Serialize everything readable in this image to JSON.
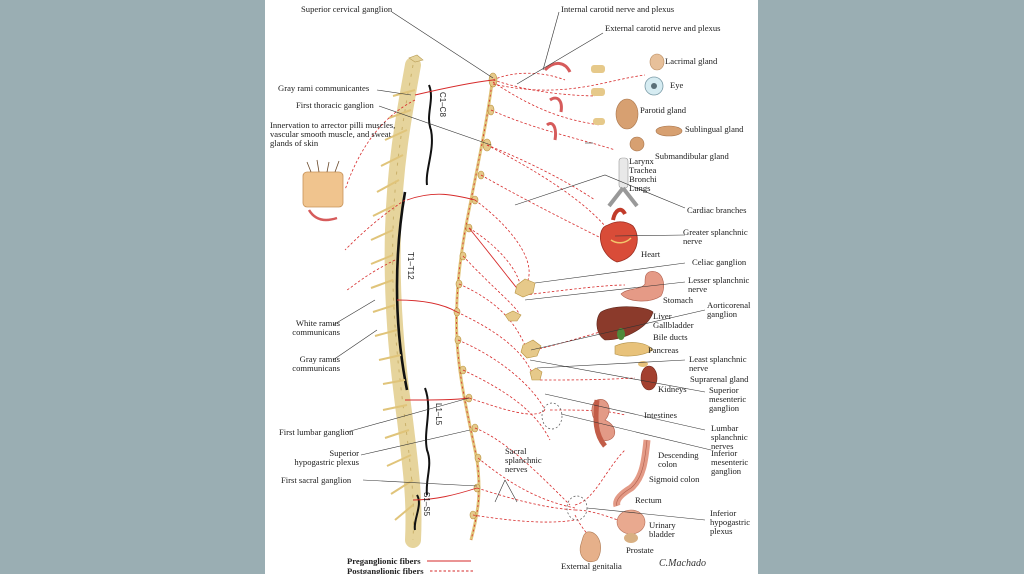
{
  "labels": {
    "superior_cervical_ganglion": "Superior cervical ganglion",
    "internal_carotid": "Internal carotid nerve and plexus",
    "external_carotid": "External carotid nerve and plexus",
    "lacrimal_gland": "Lacrimal gland",
    "eye": "Eye",
    "parotid_gland": "Parotid  gland",
    "sublingual_gland": "Sublingual gland",
    "submandibular_gland": "Submandibular gland",
    "gray_rami": "Gray rami communicantes",
    "first_thoracic_ganglion": "First thoracic ganglion",
    "innervation_l1": "Innervation to arrector pilli muscles,",
    "innervation_l2": "vascular smooth muscle, and sweat",
    "innervation_l3": "glands of skin",
    "larynx": "Larynx",
    "trachea": "Trachea",
    "bronchi": "Bronchi",
    "lungs": "Lungs",
    "cardiac_branches": "Cardiac branches",
    "greater_splanchnic_l1": "Greater splanchnic",
    "greater_splanchnic_l2": "nerve",
    "heart": "Heart",
    "celiac_ganglion": "Celiac ganglion",
    "lesser_splanchnic_l1": "Lesser splanchnic",
    "lesser_splanchnic_l2": "nerve",
    "stomach": "Stomach",
    "aorticorenal_l1": "Aorticorenal",
    "aorticorenal_l2": "ganglion",
    "liver": "Liver",
    "gallbladder": "Gallbladder",
    "bile_ducts": "Bile ducts",
    "pancreas": "Pancreas",
    "least_splanchnic_l1": "Least splanchnic",
    "least_splanchnic_l2": "nerve",
    "suprarenal_gland": "Suprarenal gland",
    "kidneys": "Kidneys",
    "superior_mesenteric_l1": "Superior",
    "superior_mesenteric_l2": "mesenteric",
    "superior_mesenteric_l3": "ganglion",
    "intestines": "Intestines",
    "lumbar_splanchnic_l1": "Lumbar",
    "lumbar_splanchnic_l2": "splanchnic",
    "lumbar_splanchnic_l3": "nerves",
    "white_ramus_l1": "White ramus",
    "white_ramus_l2": "communicans",
    "gray_ramus_l1": "Gray ramus",
    "gray_ramus_l2": "communicans",
    "first_lumbar_ganglion": "First lumbar ganglion",
    "superior_hypogastric_l1": "Superior",
    "superior_hypogastric_l2": "hypogastric plexus",
    "first_sacral_ganglion": "First sacral ganglion",
    "sacral_splanchnic_l1": "Sacral",
    "sacral_splanchnic_l2": "splanchnic",
    "sacral_splanchnic_l3": "nerves",
    "descending_colon_l1": "Descending",
    "descending_colon_l2": "colon",
    "inferior_mesenteric_l1": "Inferior",
    "inferior_mesenteric_l2": "mesenteric",
    "inferior_mesenteric_l3": "ganglion",
    "sigmoid_colon": "Sigmoid colon",
    "rectum": "Rectum",
    "inferior_hypogastric_l1": "Inferior",
    "inferior_hypogastric_l2": "hypogastric",
    "inferior_hypogastric_l3": "plexus",
    "urinary_bladder_l1": "Urinary",
    "urinary_bladder_l2": "bladder",
    "prostate": "Prostate",
    "external_genitalia": "External genitalia"
  },
  "segments": {
    "cervical": "C1–C8",
    "thoracic": "T1–T12",
    "lumbar": "L1–L5",
    "sacral": "S1–S5"
  },
  "legend": {
    "preganglionic": "Preganglionic fibers",
    "postganglionic": "Postganglionic fibers"
  },
  "signature": "C.Machado",
  "colors": {
    "background": "#9aaeb3",
    "page": "#ffffff",
    "fiber": "#d62a2a",
    "bone": "#e9d9a8",
    "organ": "#d98a5e"
  }
}
